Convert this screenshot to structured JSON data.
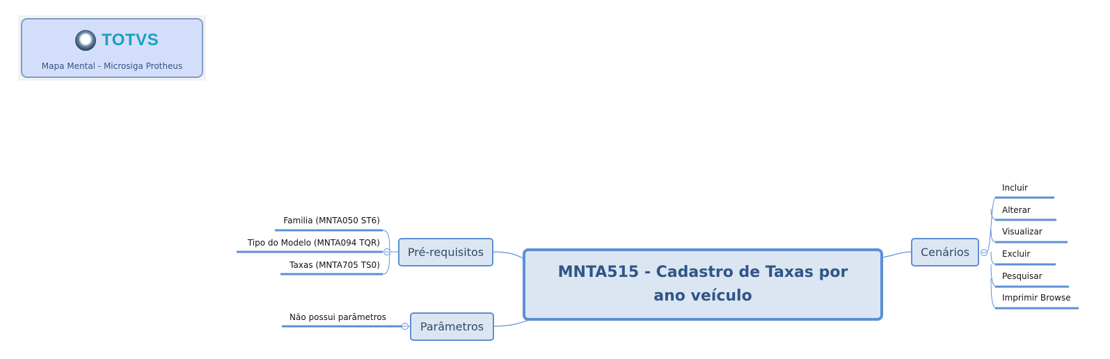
{
  "logo": {
    "brand": "TOTVS",
    "subtitle": "Mapa Mental - Microsiga Protheus"
  },
  "central": {
    "title": "MNTA515 - Cadastro de Taxas por ano veículo"
  },
  "branches": {
    "prerequisitos": {
      "label": "Pré-requisitos",
      "items": [
        "Familia (MNTA050 ST6)",
        "Tipo do Modelo (MNTA094 TQR)",
        "Taxas (MNTA705 TS0)"
      ]
    },
    "parametros": {
      "label": "Parâmetros",
      "items": [
        "Não possui parâmetros"
      ]
    },
    "cenarios": {
      "label": "Cenários",
      "items": [
        "Incluir",
        "Alterar",
        "Visualizar",
        "Excluir",
        "Pesquisar",
        "Imprimir Browse"
      ]
    }
  },
  "colors": {
    "accent": "#5b8fd6",
    "node_fill": "#dce6f2"
  }
}
